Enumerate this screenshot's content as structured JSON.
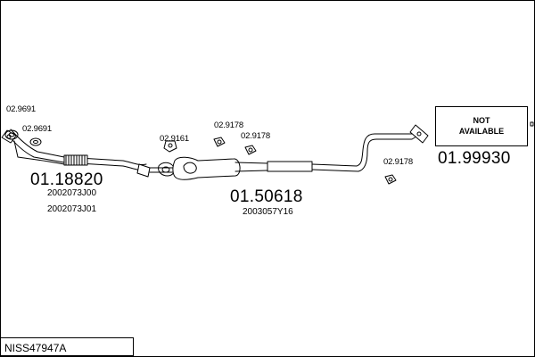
{
  "diagram_code": "NISS47947A",
  "parts": {
    "front": {
      "number": "01.18820",
      "refs": [
        "2002073J00",
        "2002073J01"
      ]
    },
    "middle": {
      "number": "01.50618",
      "refs": [
        "2003057Y16"
      ]
    },
    "rear": {
      "number": "01.99930"
    }
  },
  "accessories": {
    "gasket_1": "02.9691",
    "gasket_2": "02.9691",
    "gasket_3": "02.9161",
    "hanger_1": "02.9178",
    "hanger_2": "02.9178",
    "hanger_3": "02.9178"
  },
  "not_available": "NOT\nAVAILABLE"
}
